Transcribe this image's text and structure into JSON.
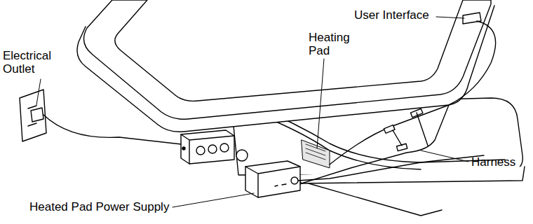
{
  "diagram": {
    "labels": [
      "User Interface",
      "Electrical Outlet",
      "Heating Pad",
      "Harness",
      "Heated Pad Power Supply"
    ]
  }
}
